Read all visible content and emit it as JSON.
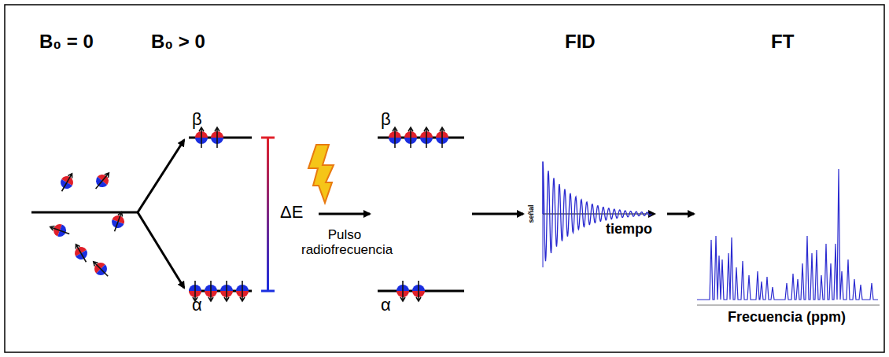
{
  "diagram": {
    "labels": [
      "B₀ = 0",
      "B₀ > 0",
      "β",
      "α",
      "ΔE",
      "Pulso radiofrecuencia",
      "β",
      "α",
      "FID",
      "señal",
      "tiempo",
      "FT",
      "Frecuencia (ppm)"
    ]
  }
}
